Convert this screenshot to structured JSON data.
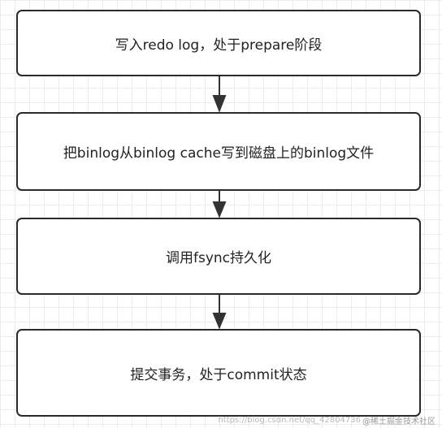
{
  "flow": {
    "steps": [
      {
        "label": "写入redo log，处于prepare阶段"
      },
      {
        "label": "把binlog从binlog cache写到磁盘上的binlog文件"
      },
      {
        "label": "调用fsync持久化"
      },
      {
        "label": "提交事务，处于commit状态"
      }
    ]
  },
  "colors": {
    "box_border": "#2a2a2a",
    "arrow": "#333333",
    "grid": "#ececec"
  },
  "watermark": "https://blog.csdn.net/qq_42804736",
  "badge": "@稀土掘金技术社区"
}
